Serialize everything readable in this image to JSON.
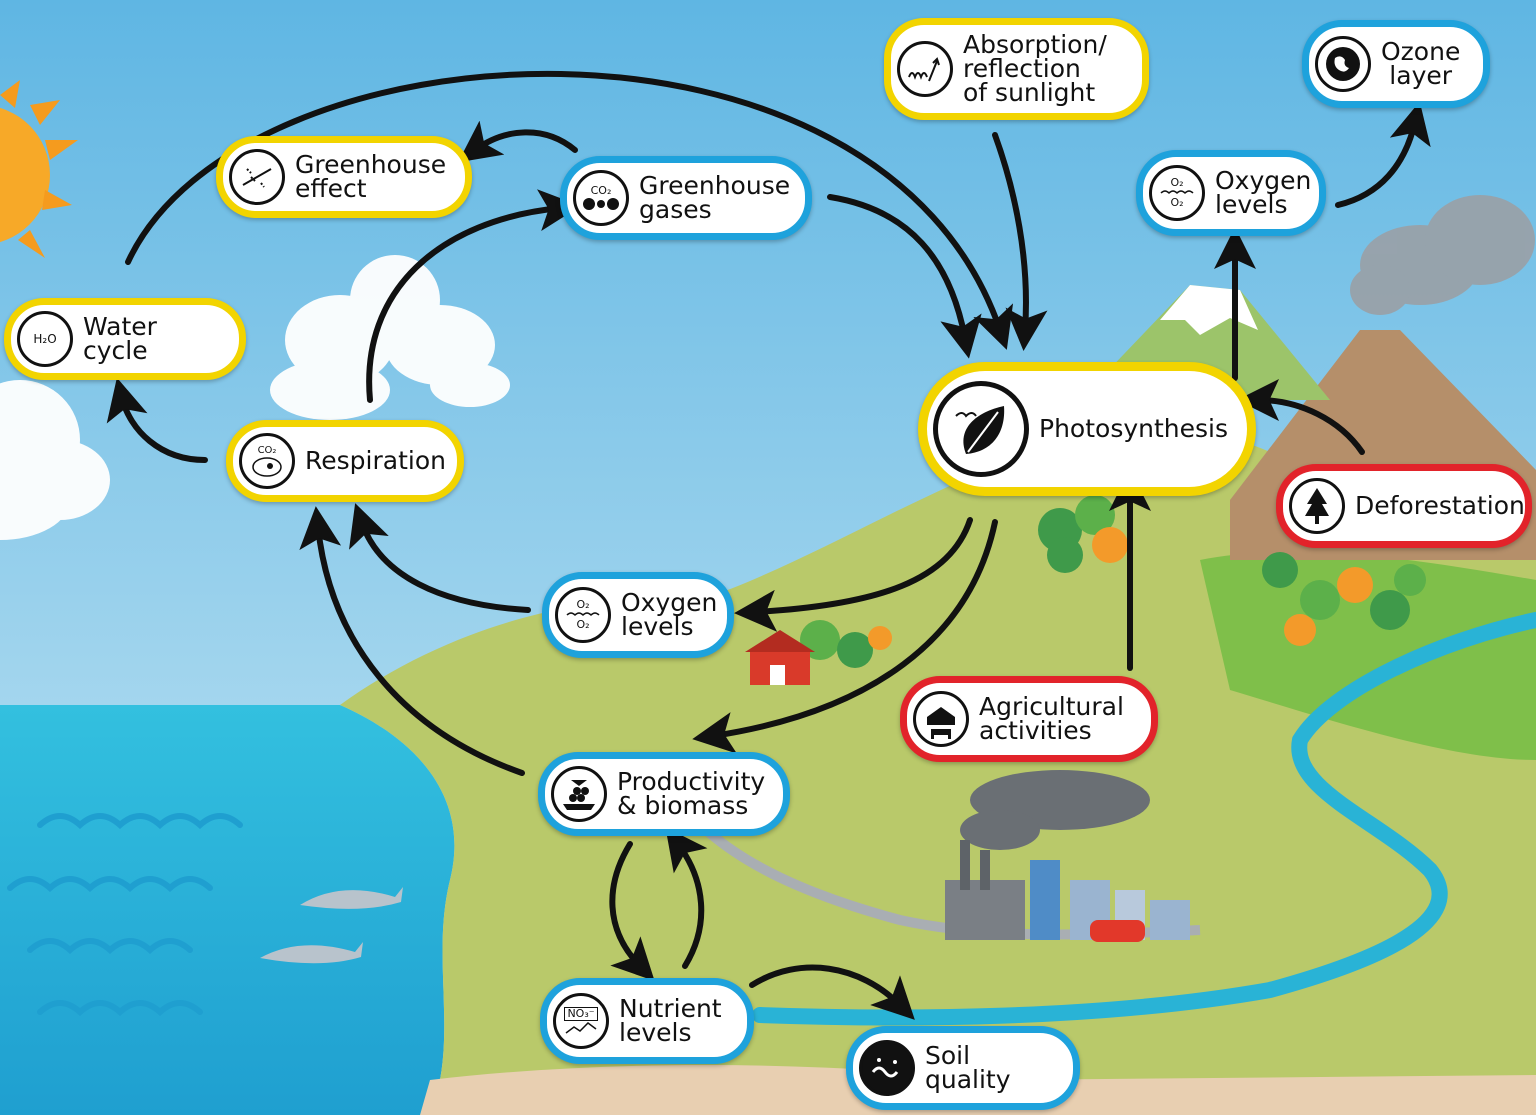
{
  "nodes": {
    "absorption": {
      "label": "Absorption/\nreflection\nof sunlight",
      "icon": "sunlight-wave-icon"
    },
    "ozone": {
      "label": "Ozone\nlayer",
      "icon": "globe-icon"
    },
    "greenhouse_effect": {
      "label": "Greenhouse\neffect",
      "icon": "greenhouse-effect-icon"
    },
    "greenhouse_gases": {
      "label": "Greenhouse\ngases",
      "icon": "co2-molecule-icon",
      "icon_text": "CO₂"
    },
    "oxygen_levels_right": {
      "label": "Oxygen\nlevels",
      "icon": "oxygen-water-icon",
      "icon_text_top": "O₂",
      "icon_text_bottom": "O₂"
    },
    "water_cycle": {
      "label": "Water cycle",
      "icon": "h2o-cycle-icon",
      "icon_text": "H₂O"
    },
    "respiration": {
      "label": "Respiration",
      "icon": "cell-co2-icon",
      "icon_text": "CO₂"
    },
    "photosynthesis": {
      "label": "Photosynthesis",
      "icon": "leaf-light-icon"
    },
    "deforestation": {
      "label": "Deforestation",
      "icon": "tree-icon"
    },
    "oxygen_levels_left": {
      "label": "Oxygen\nlevels",
      "icon": "oxygen-water-icon",
      "icon_text_top": "O₂",
      "icon_text_bottom": "O₂"
    },
    "agricultural": {
      "label": "Agricultural\nactivities",
      "icon": "barn-cow-icon"
    },
    "productivity": {
      "label": "Productivity\n& biomass",
      "icon": "biomass-scale-icon"
    },
    "nutrient": {
      "label": "Nutrient\nlevels",
      "icon": "no3-graph-icon",
      "icon_text": "NO₃⁻"
    },
    "soil": {
      "label": "Soil quality",
      "icon": "soil-worm-icon"
    }
  },
  "colors": {
    "sky_top": "#5fb6e3",
    "sky_bottom": "#cbe8f4",
    "sea": "#29b3d6",
    "land": "#b9c96a",
    "border_yellow": "#f2d400",
    "border_blue": "#1ea2dc",
    "border_red": "#e2232a",
    "arrow": "#111111"
  }
}
